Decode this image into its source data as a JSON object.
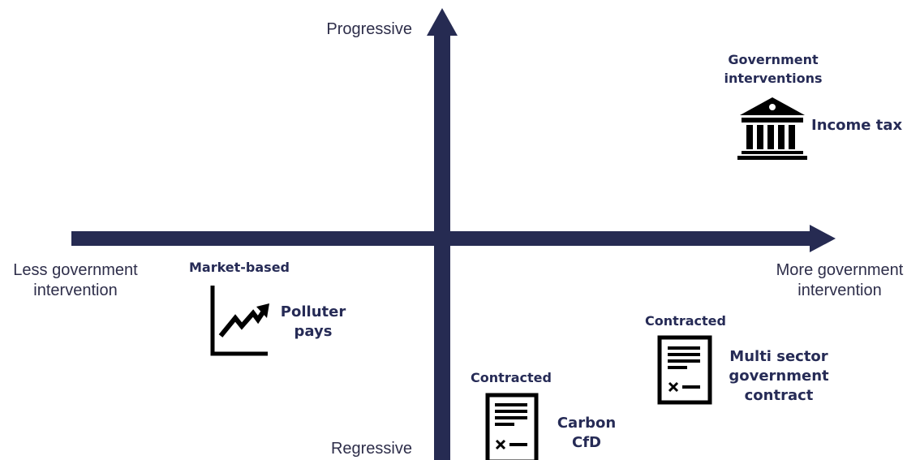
{
  "axes": {
    "y_top": "Progressive",
    "y_bottom": "Regressive",
    "x_left_line1": "Less government",
    "x_left_line2": "intervention",
    "x_right_line1": "More government",
    "x_right_line2": "intervention"
  },
  "groups": {
    "government": {
      "title_line1": "Government",
      "title_line2": "interventions",
      "item": "Income tax",
      "icon": "bank-building-icon"
    },
    "market": {
      "title": "Market-based",
      "item_line1": "Polluter",
      "item_line2": "pays",
      "icon": "trend-chart-icon"
    },
    "contracted_carbon": {
      "title": "Contracted",
      "item_line1": "Carbon",
      "item_line2": "CfD",
      "icon": "contract-document-icon"
    },
    "contracted_multi": {
      "title": "Contracted",
      "item_line1": "Multi sector",
      "item_line2": "government",
      "item_line3": "contract",
      "icon": "contract-document-icon"
    }
  },
  "colors": {
    "axis": "#262b52",
    "text": "#262b56",
    "icon": "#000000"
  }
}
